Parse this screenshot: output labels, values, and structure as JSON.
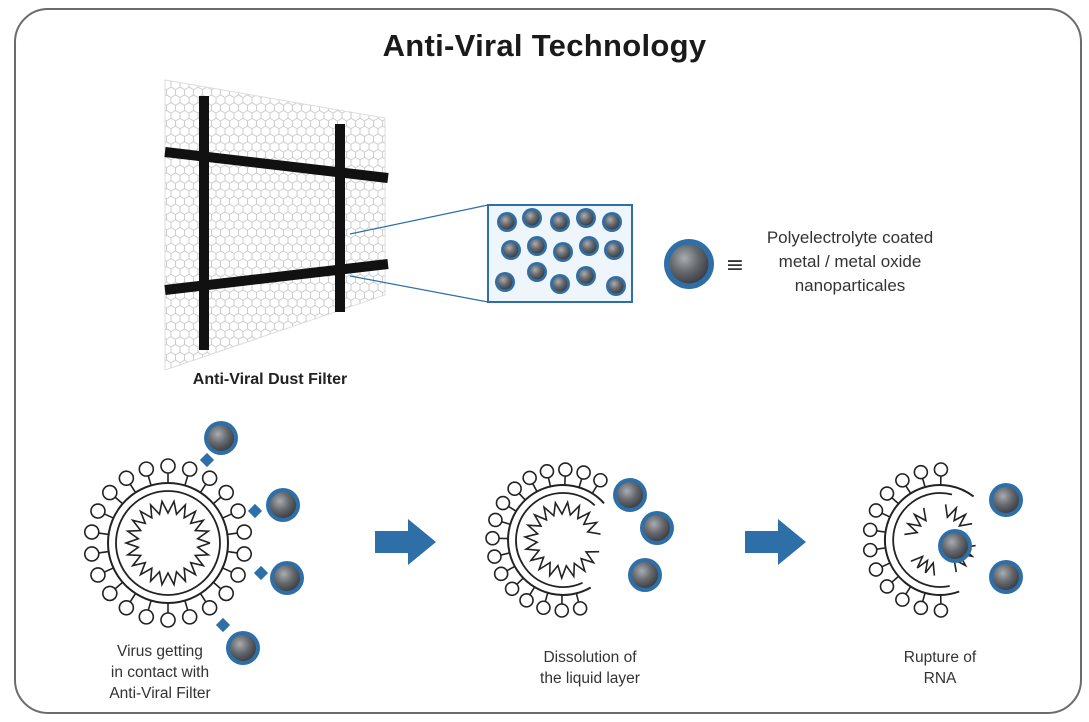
{
  "title": "Anti-Viral Technology",
  "filter": {
    "label": "Anti-Viral Dust Filter"
  },
  "legend": {
    "symbol": "≡",
    "lines": [
      "Polyelectrolyte coated",
      "metal / metal oxide",
      "nanoparticales"
    ]
  },
  "steps": [
    {
      "caption_lines": [
        "Virus getting",
        "in contact with",
        "Anti-Viral Filter"
      ]
    },
    {
      "caption_lines": [
        "Dissolution of",
        "the liquid layer"
      ]
    },
    {
      "caption_lines": [
        "Rupture of",
        "RNA"
      ]
    }
  ],
  "colors": {
    "accent_blue": "#2e6fa8",
    "nanoparticle_core": "#5f6368",
    "frame_border": "#6b6b6b",
    "mesh_line": "#cfcfcf"
  }
}
